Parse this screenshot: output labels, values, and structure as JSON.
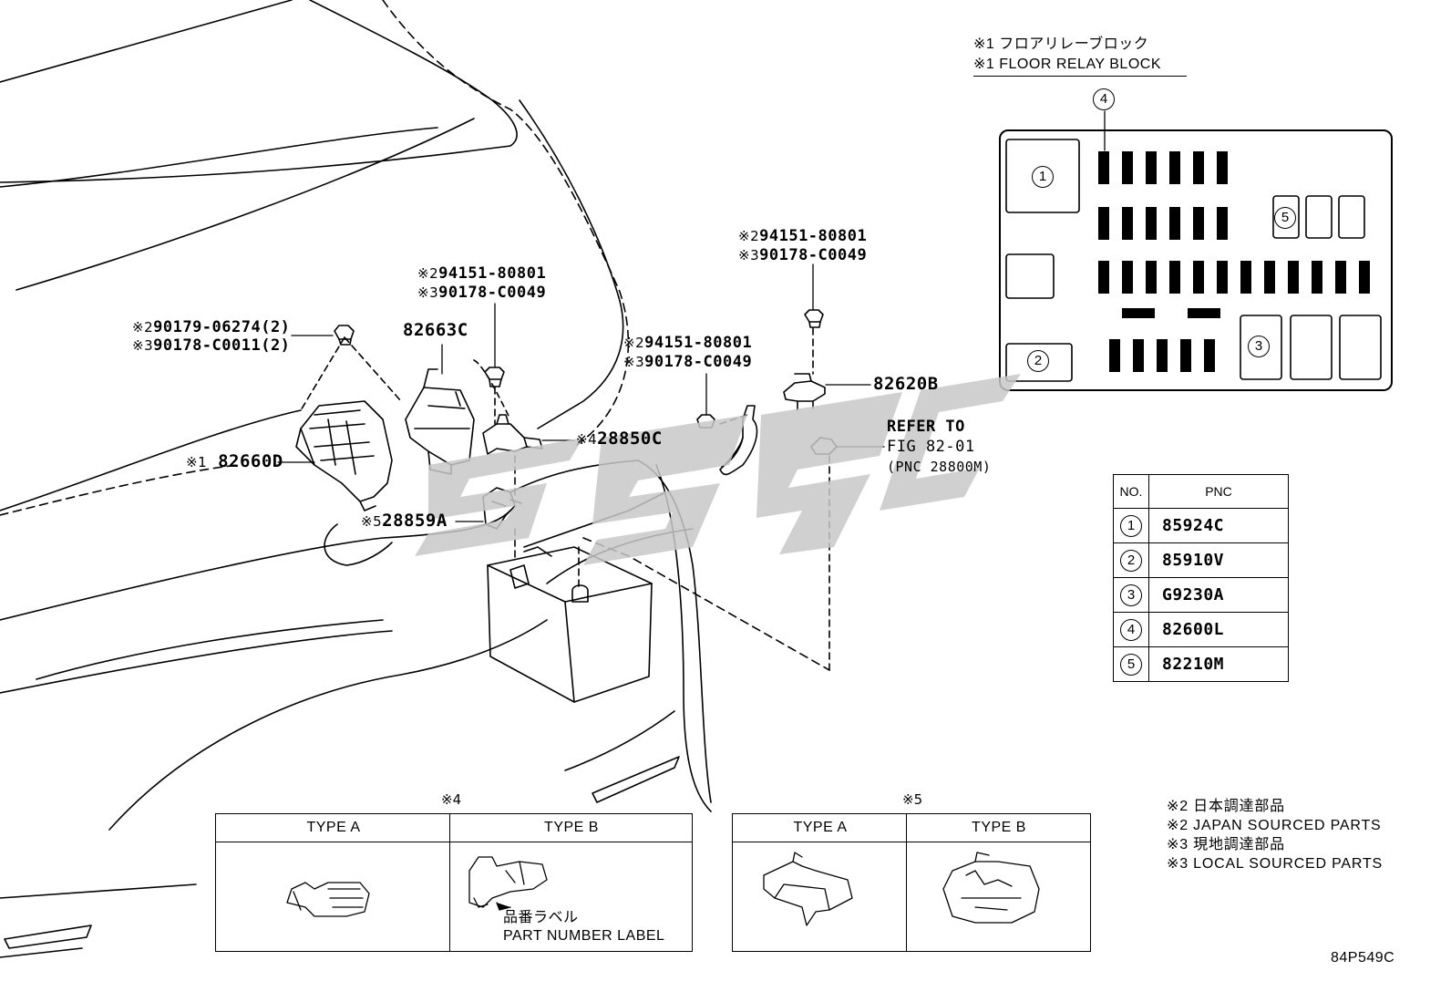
{
  "relay_block": {
    "title_jp": "※1 フロアリレーブロック",
    "title_en": "※1 FLOOR RELAY BLOCK",
    "markers": [
      "1",
      "2",
      "3",
      "4",
      "5"
    ]
  },
  "callouts": {
    "c1": {
      "prefix": "※2",
      "code": "90179-06274(2)"
    },
    "c2": {
      "prefix": "※3",
      "code": "90178-C0011(2)"
    },
    "c3": {
      "prefix": "※2",
      "code": "94151-80801"
    },
    "c4": {
      "prefix": "※3",
      "code": "90178-C0049"
    },
    "c5": {
      "code": "82663C"
    },
    "c6": {
      "prefix": "※1",
      "code": "82660D"
    },
    "c7": {
      "prefix": "※4",
      "code": "28850C"
    },
    "c8": {
      "prefix": "※5",
      "code": "28859A"
    },
    "c9": {
      "prefix": "※2",
      "code": "94151-80801"
    },
    "c10": {
      "prefix": "※3",
      "code": "90178-C0049"
    },
    "c11": {
      "prefix": "※2",
      "code": "94151-80801"
    },
    "c12": {
      "prefix": "※3",
      "code": "90178-C0049"
    },
    "c13": {
      "code": "82620B"
    },
    "refer1": "REFER TO",
    "refer2": "FIG 82-01",
    "refer3": "(PNC 28800M)"
  },
  "pnc_table": {
    "col_no": "NO.",
    "col_pnc": "PNC",
    "rows": [
      {
        "no": "1",
        "pnc": "85924C"
      },
      {
        "no": "2",
        "pnc": "85910V"
      },
      {
        "no": "3",
        "pnc": "G9230A"
      },
      {
        "no": "4",
        "pnc": "82600L"
      },
      {
        "no": "5",
        "pnc": "82210M"
      }
    ]
  },
  "inset4": {
    "mark": "※4",
    "type_a": "TYPE A",
    "type_b": "TYPE B",
    "label_jp": "品番ラベル",
    "label_en": "PART NUMBER LABEL"
  },
  "inset5": {
    "mark": "※5",
    "type_a": "TYPE A",
    "type_b": "TYPE B"
  },
  "notes": [
    "※2 日本調達部品",
    "※2 JAPAN SOURCED PARTS",
    "※3 現地調達部品",
    "※3 LOCAL SOURCED PARTS"
  ],
  "figure_code": "84P549C",
  "watermark": "59gc"
}
